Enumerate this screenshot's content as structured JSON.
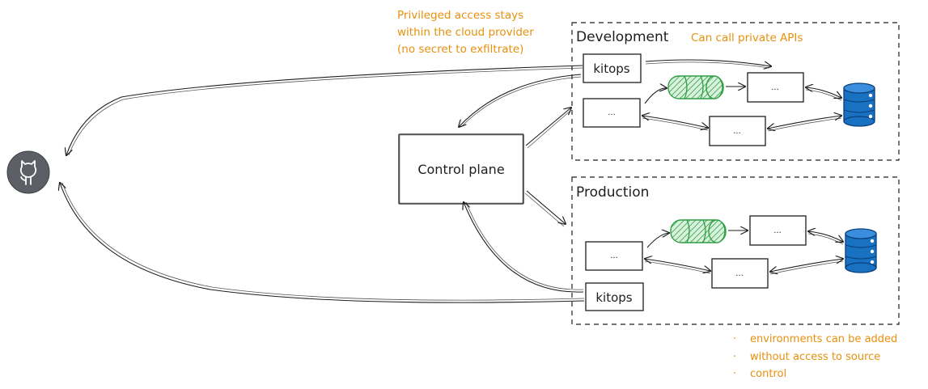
{
  "notes": {
    "privileged": [
      "Privileged access stays",
      "within the cloud provider",
      "(no secret to exfiltrate)"
    ],
    "private_apis": "Can call private APIs",
    "bullets": [
      "environments can be added",
      "without access to source",
      "control"
    ],
    "bullet_char": "·"
  },
  "control_plane": {
    "label": "Control plane"
  },
  "environments": {
    "development": {
      "title": "Development",
      "agent": "kitops",
      "service_a": "...",
      "service_b": "...",
      "service_c": "..."
    },
    "production": {
      "title": "Production",
      "agent": "kitops",
      "service_a": "...",
      "service_b": "...",
      "service_c": "..."
    }
  },
  "colors": {
    "note": "#e8900c",
    "queue": "#2f9e44",
    "database": "#1971c2",
    "github": "#5c5f66"
  },
  "icons": {
    "source": "github-icon",
    "queue": "queue-icon",
    "database": "database-icon"
  }
}
